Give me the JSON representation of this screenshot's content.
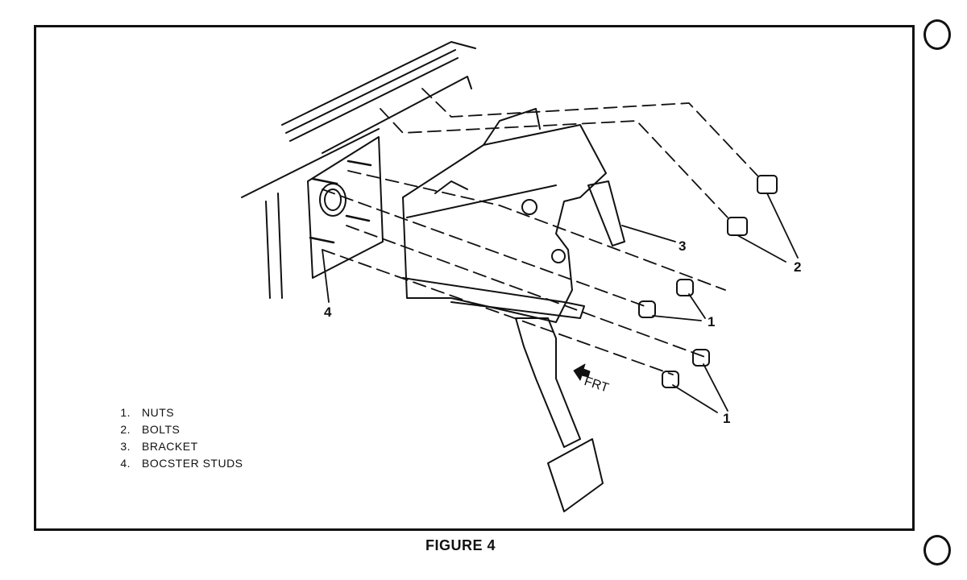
{
  "figure": {
    "title": "FIGURE 4",
    "direction_label": "FRT"
  },
  "legend": [
    {
      "num": "1.",
      "label": "NUTS"
    },
    {
      "num": "2.",
      "label": "BOLTS"
    },
    {
      "num": "3.",
      "label": "BRACKET"
    },
    {
      "num": "4.",
      "label": "BOCSTER STUDS"
    }
  ],
  "callouts": {
    "c1a": "1",
    "c1b": "1",
    "c2": "2",
    "c3": "3",
    "c4": "4"
  },
  "icons": {
    "binder_holes": "punch-hole-icon",
    "direction_arrow": "arrow-left-icon"
  }
}
